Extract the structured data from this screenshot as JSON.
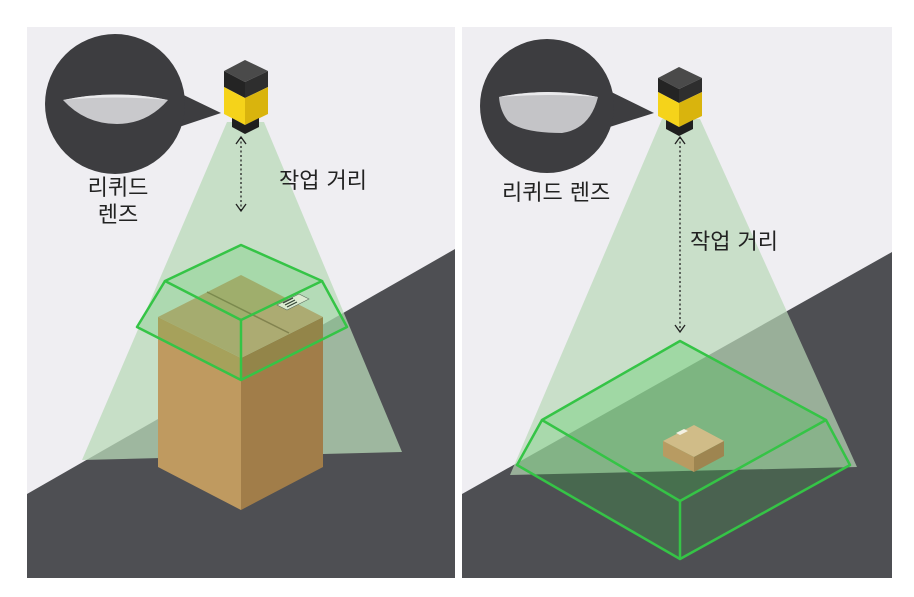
{
  "left": {
    "lens_label_line1": "리퀴드",
    "lens_label_line2": "렌즈",
    "distance_label": "작업 거리"
  },
  "right": {
    "lens_label": "리퀴드 렌즈",
    "distance_label": "작업 거리"
  },
  "colors": {
    "panel_bg": "#efeef2",
    "conveyor": "#4e4f53",
    "field_of_view_green": "#35c446",
    "box_top": "#bda878",
    "box_side_left": "#bf9a60",
    "box_side_right": "#a17d49",
    "camera_yellow": "#f5d31a",
    "lens_bubble": "#3d3d40"
  }
}
